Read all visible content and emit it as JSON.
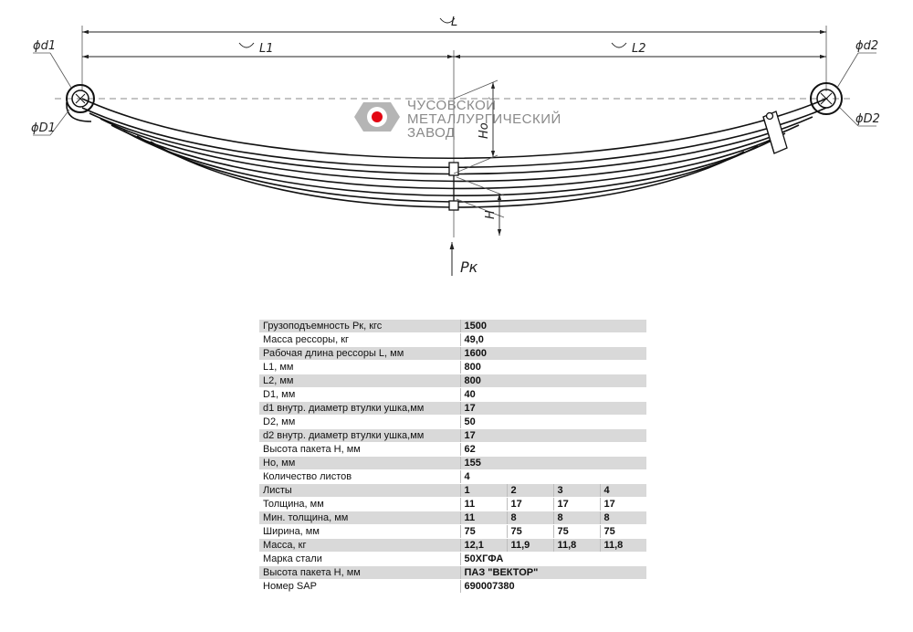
{
  "drawing": {
    "labels": {
      "L": "L",
      "L1": "L1",
      "L2": "L2",
      "d1": "ϕd1",
      "D1": "ϕD1",
      "d2": "ϕd2",
      "D2": "ϕD2",
      "Ho": "Ho",
      "H": "H",
      "Pk": "Pк"
    },
    "logo": {
      "lines": [
        "ЧУСОВСКОЙ",
        "МЕТАЛЛУРГИЧЕСКИЙ",
        "ЗАВОД"
      ],
      "accent": "#e30613"
    }
  },
  "spec": {
    "rows": [
      {
        "label": "Грузоподъемность Pк, кгс",
        "values": [
          "1500"
        ]
      },
      {
        "label": "Масса рессоры, кг",
        "values": [
          "49,0"
        ]
      },
      {
        "label": "Рабочая длина рессоры L, мм",
        "values": [
          "1600"
        ]
      },
      {
        "label": "L1, мм",
        "values": [
          "800"
        ]
      },
      {
        "label": "L2, мм",
        "values": [
          "800"
        ]
      },
      {
        "label": "D1, мм",
        "values": [
          "40"
        ]
      },
      {
        "label": "d1 внутр. диаметр втулки ушка,мм",
        "values": [
          "17"
        ]
      },
      {
        "label": "D2, мм",
        "values": [
          "50"
        ]
      },
      {
        "label": "d2 внутр. диаметр втулки ушка,мм",
        "values": [
          "17"
        ]
      },
      {
        "label": "Высота пакета H, мм",
        "values": [
          "62"
        ]
      },
      {
        "label": "Ho, мм",
        "values": [
          "155"
        ]
      },
      {
        "label": "Количество листов",
        "values": [
          "4"
        ]
      },
      {
        "label": "Листы",
        "values": [
          "1",
          "2",
          "3",
          "4"
        ]
      },
      {
        "label": "Толщина, мм",
        "values": [
          "11",
          "17",
          "17",
          "17"
        ]
      },
      {
        "label": "Мин. толщина, мм",
        "values": [
          "11",
          "8",
          "8",
          "8"
        ]
      },
      {
        "label": "Ширина, мм",
        "values": [
          "75",
          "75",
          "75",
          "75"
        ]
      },
      {
        "label": "Масса, кг",
        "values": [
          "12,1",
          "11,9",
          "11,8",
          "11,8"
        ]
      },
      {
        "label": "Марка стали",
        "values": [
          "50ХГФА"
        ]
      },
      {
        "label": "Высота пакета H, мм",
        "values": [
          "ПАЗ \"ВЕКТОР\""
        ]
      },
      {
        "label": "Номер SAP",
        "values": [
          "690007380"
        ]
      }
    ]
  }
}
